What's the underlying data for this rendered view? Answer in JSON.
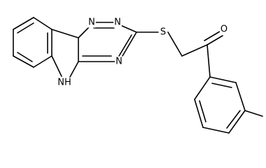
{
  "molecule": {
    "atoms": {
      "n_a": "N",
      "n_b": "N",
      "n_c": "N",
      "s": "S",
      "o": "O",
      "nh": "NH"
    }
  }
}
